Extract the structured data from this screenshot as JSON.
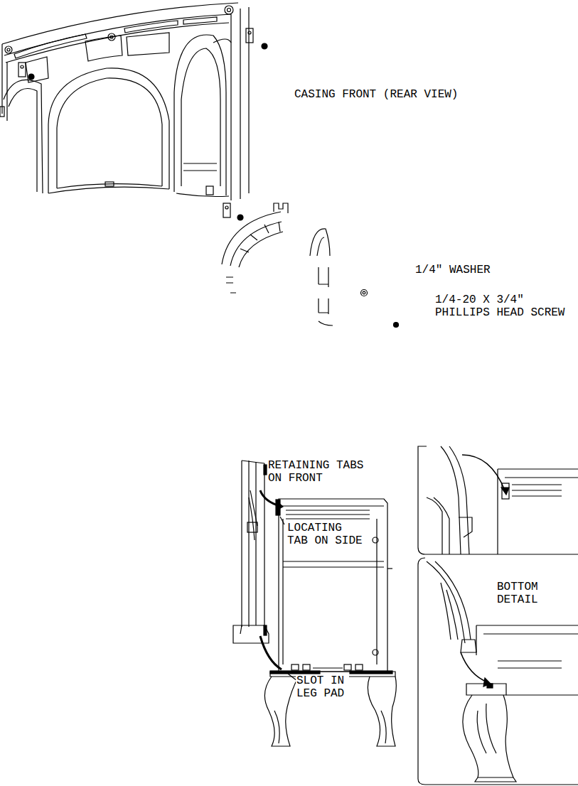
{
  "diagram": {
    "labels": [
      "CASING FRONT (REAR VIEW)",
      "1/4\" WASHER",
      "1/4-20 X 3/4\" PHILLIPS HEAD SCREW",
      "RETAINING TABS ON FRONT",
      "LOCATING TAB ON SIDE",
      "SLOT IN LEG PAD",
      "BOTTOM DETAIL"
    ]
  }
}
